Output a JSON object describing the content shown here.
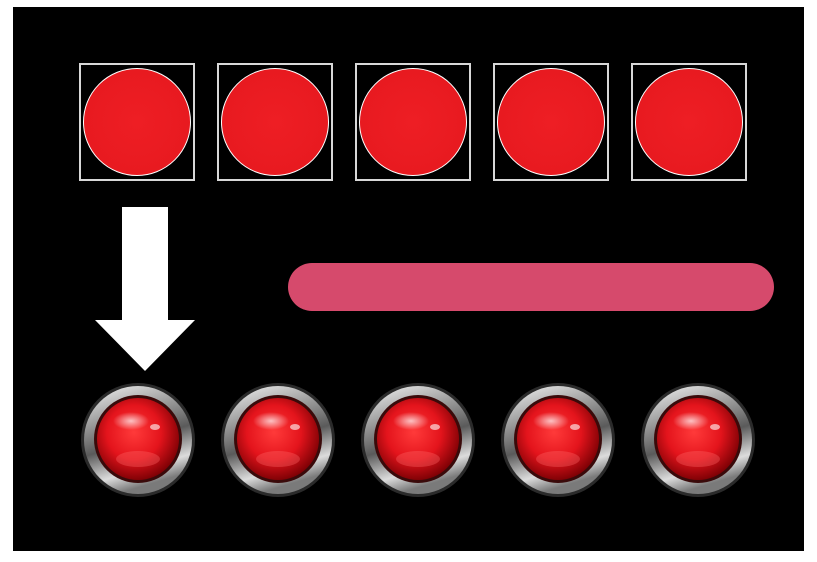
{
  "colors": {
    "background": "#000000",
    "flat_light_fill": "#ee1e24",
    "flat_light_frame": "#d8d8d8",
    "arrow": "#ffffff",
    "slot_bar": "#d64a6c",
    "led_red": "#e4141c"
  },
  "flat_lights": [
    {
      "state": "on",
      "icon": "red-light-icon"
    },
    {
      "state": "on",
      "icon": "red-light-icon"
    },
    {
      "state": "on",
      "icon": "red-light-icon"
    },
    {
      "state": "on",
      "icon": "red-light-icon"
    },
    {
      "state": "on",
      "icon": "red-light-icon"
    }
  ],
  "arrow": {
    "icon": "arrow-down-icon",
    "direction": "down"
  },
  "led_buttons": [
    {
      "state": "on",
      "icon": "red-led-button-icon"
    },
    {
      "state": "on",
      "icon": "red-led-button-icon"
    },
    {
      "state": "on",
      "icon": "red-led-button-icon"
    },
    {
      "state": "on",
      "icon": "red-led-button-icon"
    },
    {
      "state": "on",
      "icon": "red-led-button-icon"
    }
  ]
}
